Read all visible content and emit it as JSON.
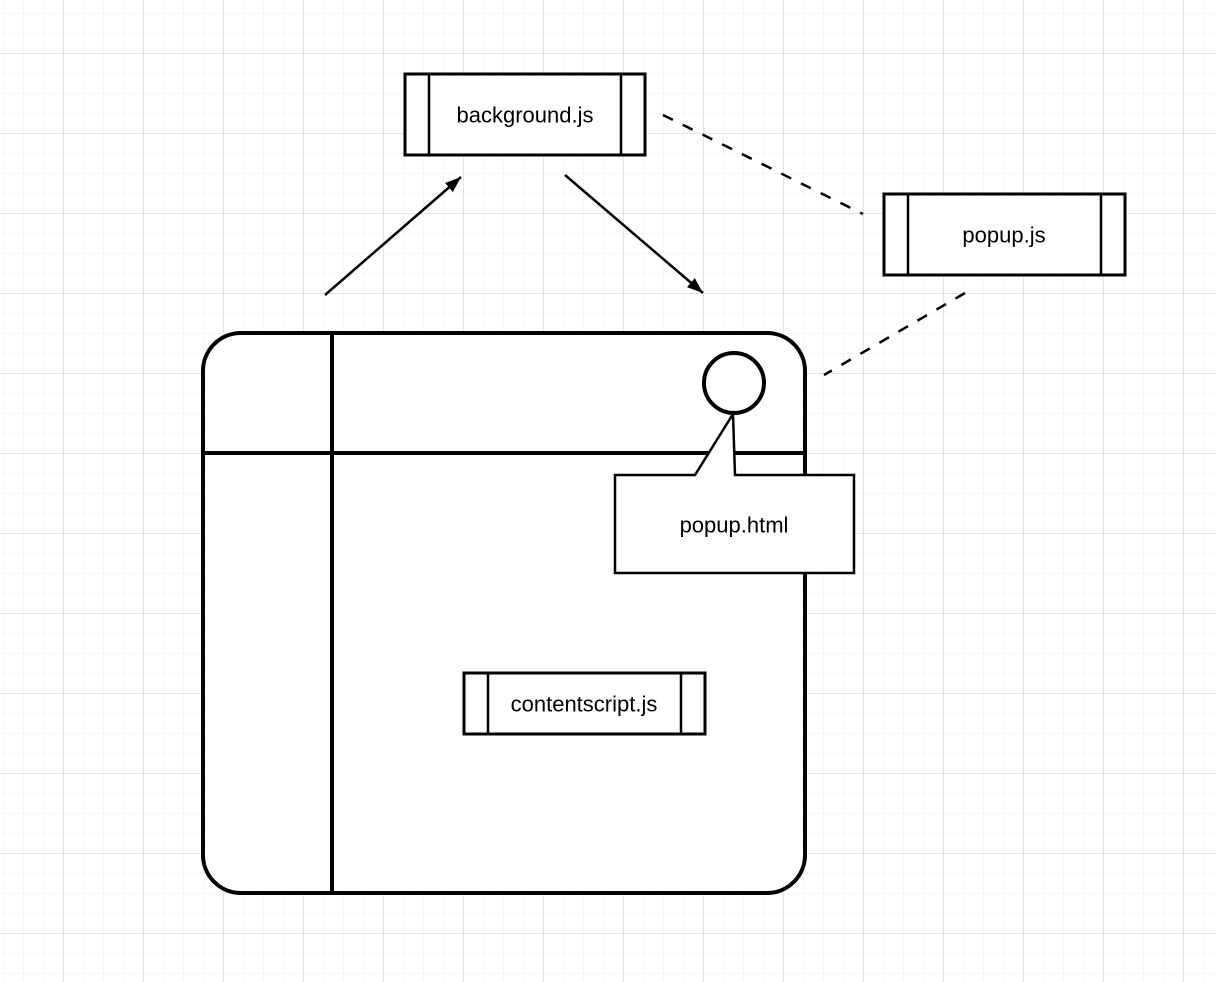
{
  "nodes": {
    "background_js": {
      "label": "background.js",
      "shape": "process"
    },
    "popup_js": {
      "label": "popup.js",
      "shape": "process"
    },
    "contentscript_js": {
      "label": "contentscript.js",
      "shape": "process"
    },
    "popup_html": {
      "label": "popup.html",
      "shape": "callout"
    },
    "browser_window": {
      "label": "",
      "shape": "browser-window-with-sidebar-and-toolbar"
    },
    "toolbar_button": {
      "label": "",
      "shape": "circle"
    }
  },
  "edges": [
    {
      "from": "browser_window",
      "to": "background_js",
      "style": "solid",
      "arrowhead": "end"
    },
    {
      "from": "background_js",
      "to": "browser_window",
      "style": "solid",
      "arrowhead": "end"
    },
    {
      "from": "background_js",
      "to": "popup_js",
      "style": "dashed",
      "arrowhead": "none"
    },
    {
      "from": "popup_js",
      "to": "browser_window",
      "style": "dashed",
      "arrowhead": "none"
    },
    {
      "from": "popup_html",
      "to": "toolbar_button",
      "style": "callout-tail",
      "arrowhead": "none"
    }
  ],
  "style": {
    "stroke_color": "#000000",
    "fill_color": "#ffffff",
    "grid_minor_color": "#f5f5f5",
    "grid_major_color": "#e3e3e3",
    "background_color": "#ffffff"
  }
}
